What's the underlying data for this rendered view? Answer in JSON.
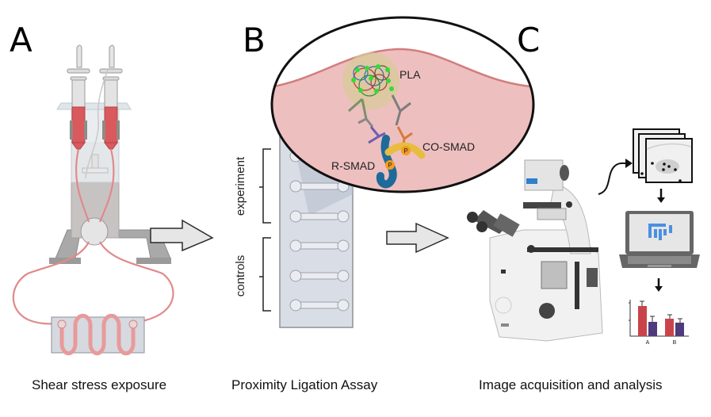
{
  "panels": [
    {
      "letter": "A",
      "caption": "Shear stress exposure"
    },
    {
      "letter": "B",
      "caption": "Proximity Ligation Assay"
    },
    {
      "letter": "C",
      "caption": "Image acquisition and analysis"
    }
  ],
  "panel_b": {
    "inset_labels": {
      "pla": "PLA",
      "co_smad": "CO-SMAD",
      "r_smad": "R-SMAD",
      "phospho": "P"
    },
    "slide_groups": {
      "experiment": "experiment",
      "controls": "controls"
    }
  },
  "panel_c": {
    "chart_labels": [
      "A",
      "B"
    ]
  },
  "colors": {
    "blood_red": "#d9534f",
    "cell_pink": "#eebfbf",
    "membrane": "#d27d7d",
    "r_smad_blue": "#1e6a99",
    "co_smad_yellow": "#e8bd3f",
    "phospho_orange": "#f39c1f",
    "pla_green": "#33dd33",
    "fiji_blue": "#4a90e2",
    "bar_red": "#c9444a",
    "bar_purple": "#4f3a7d",
    "slide_gray": "#d9dde6",
    "arrow_fill": "#e6e6e6"
  }
}
